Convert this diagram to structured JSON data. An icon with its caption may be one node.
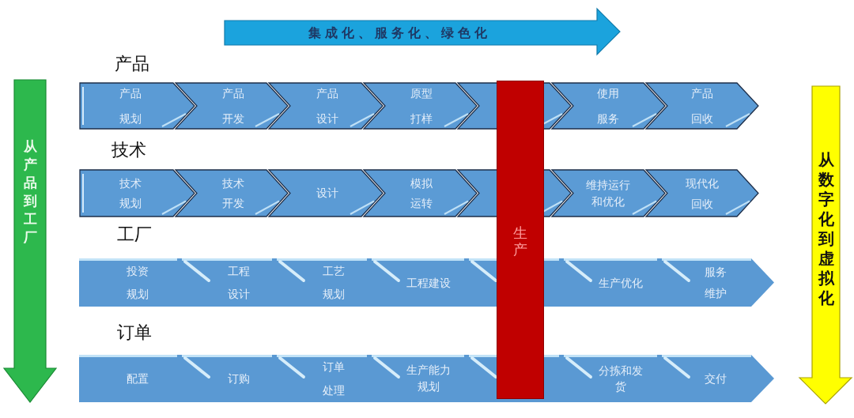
{
  "diagram": {
    "nodes": [
      {
        "text": [
          "集成化、服务化、绿色化"
        ]
      },
      {
        "text": [
          "从产品到工厂"
        ]
      },
      {
        "text": [
          "产品规划"
        ]
      },
      {
        "text": [
          "产品开发"
        ]
      },
      {
        "text": [
          "产品设计"
        ]
      },
      {
        "text": [
          "原型打样"
        ]
      },
      {
        "text": [],
        "shape": "chevron"
      },
      {
        "text": [
          "使用服务"
        ]
      },
      {
        "text": [
          "产品回收"
        ]
      },
      {
        "text": [
          "技术规划"
        ]
      },
      {
        "text": [
          "技术开发"
        ]
      },
      {
        "text": [
          "设计"
        ]
      },
      {
        "text": [
          "模拟运转"
        ]
      },
      {
        "text": [],
        "shape": "chevron"
      },
      {
        "text": [
          "维持运行和优化"
        ]
      },
      {
        "text": [
          "现代化回收"
        ]
      },
      {
        "text": [
          "投资规划"
        ]
      },
      {
        "text": [
          "工程设计"
        ]
      },
      {
        "text": [
          "工艺规划"
        ]
      },
      {
        "text": [
          "工程建设"
        ]
      },
      {
        "text": [],
        "shape": "box"
      },
      {
        "text": [
          "生产优化"
        ]
      },
      {
        "text": [
          "服务维护"
        ]
      },
      {
        "text": [
          "配置"
        ]
      },
      {
        "text": [
          "订购"
        ]
      },
      {
        "text": [
          "订单处理"
        ]
      },
      {
        "text": [
          "生产能力规划"
        ]
      },
      {
        "text": [],
        "shape": "box"
      },
      {
        "text": [
          "分拣和发货"
        ]
      },
      {
        "text": [
          "交付"
        ]
      },
      {
        "text": [
          "生产"
        ]
      },
      {
        "text": [
          "从数字化到虚拟化"
        ]
      }
    ],
    "labels": [
      "产品",
      "技术",
      "工厂",
      "订单"
    ]
  }
}
